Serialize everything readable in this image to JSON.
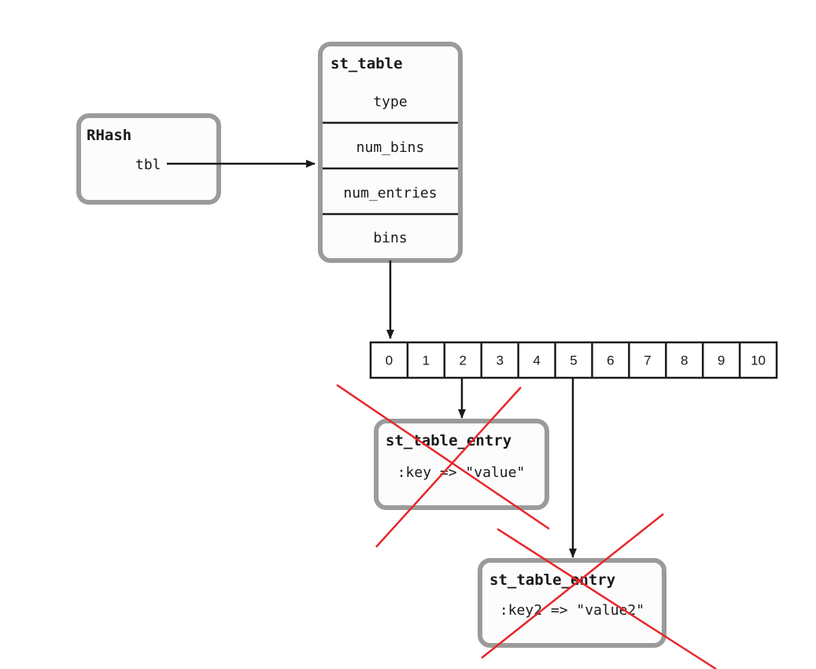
{
  "diagram": {
    "rhash": {
      "title": "RHash",
      "field": "tbl"
    },
    "st_table": {
      "title": "st_table",
      "fields": [
        "type",
        "num_bins",
        "num_entries",
        "bins"
      ]
    },
    "bins_array": {
      "cells": [
        "0",
        "1",
        "2",
        "3",
        "4",
        "5",
        "6",
        "7",
        "8",
        "9",
        "10"
      ]
    },
    "entries": [
      {
        "title": "st_table_entry",
        "content": ":key => \"value\"",
        "crossed_out": true
      },
      {
        "title": "st_table_entry",
        "content": ":key2 => \"value2\"",
        "crossed_out": true
      }
    ],
    "colors": {
      "box_border": "#9b9b9b",
      "box_fill": "#fcfcfc",
      "line": "#1a1a1a",
      "cross": "#e8262a"
    }
  }
}
